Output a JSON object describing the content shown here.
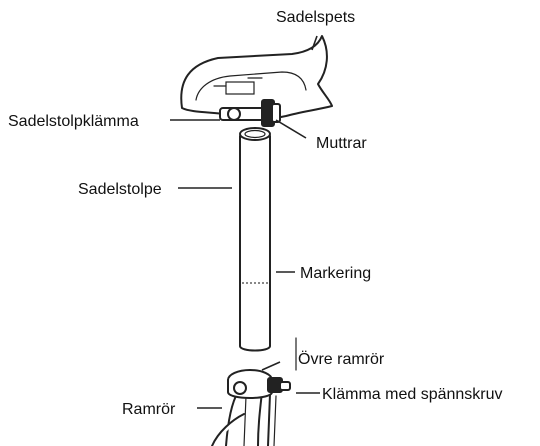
{
  "labels": {
    "saddle_tip": "Sadelspets",
    "seatpost_clamp": "Sadelstolpklämma",
    "nuts": "Muttrar",
    "seatpost": "Sadelstolpe",
    "marking": "Markering",
    "upper_frame_tube": "Övre ramrör",
    "frame_tube": "Ramrör",
    "clamp_with_screw": "Klämma med spännskruv"
  }
}
